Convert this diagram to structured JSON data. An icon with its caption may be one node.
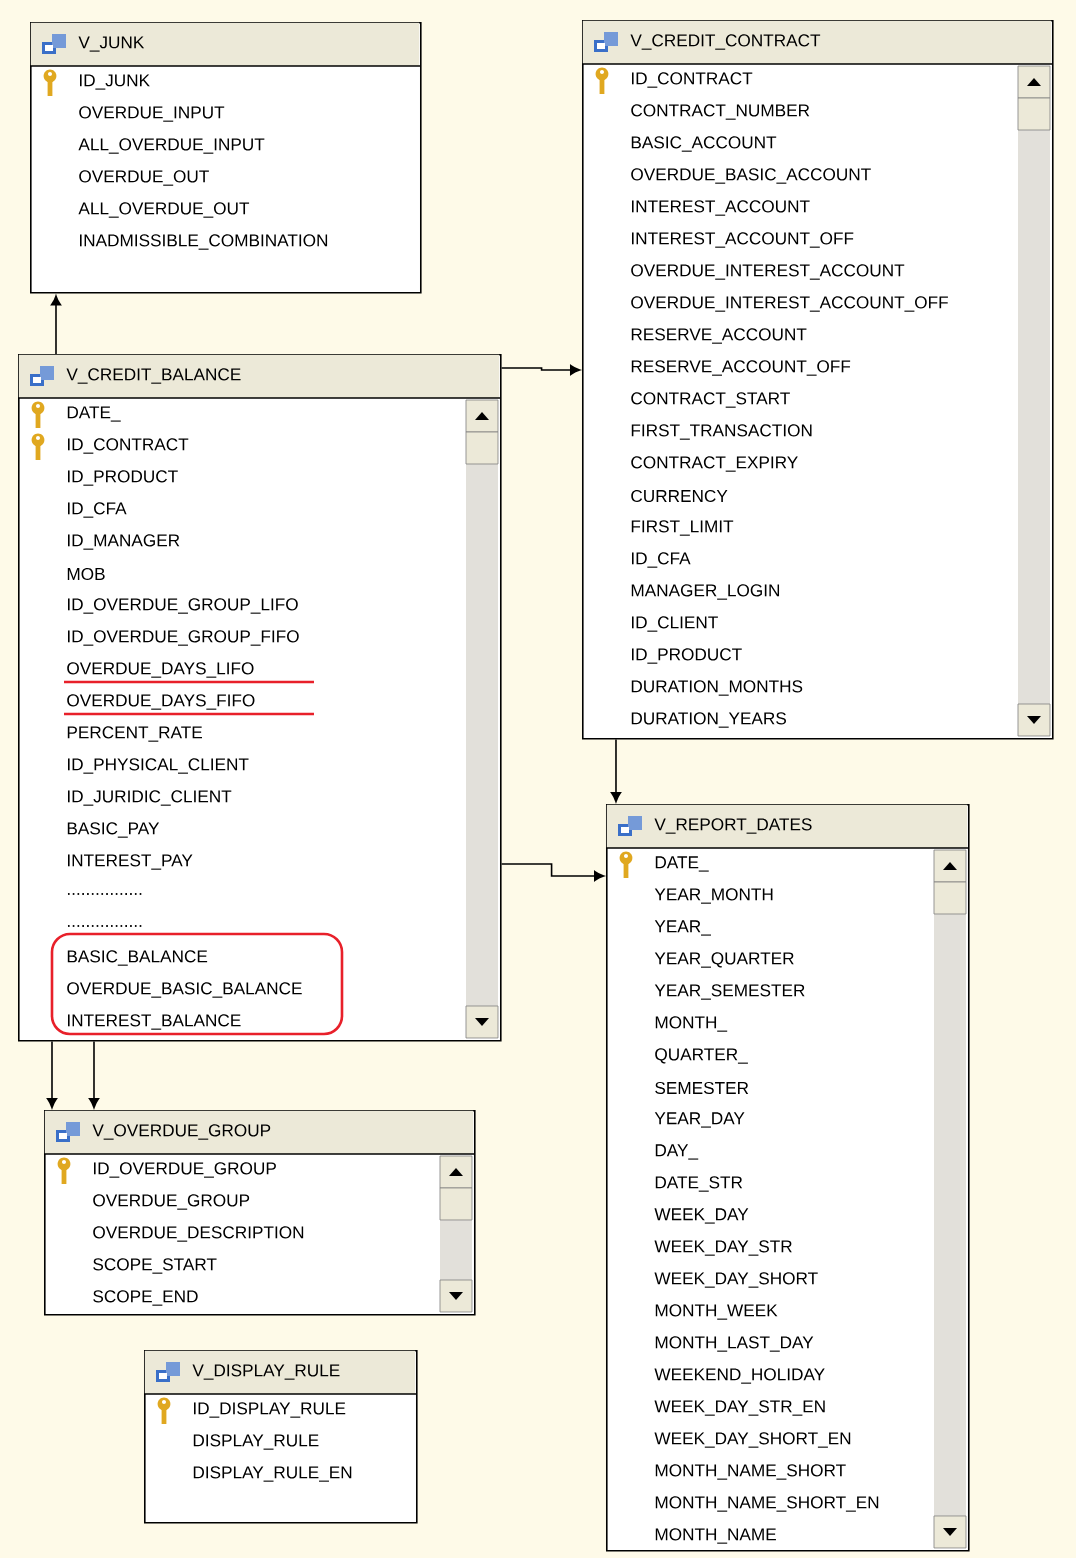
{
  "diagram": {
    "nodes": [
      {
        "text": [
          "V_JUNK",
          "ID_JUNK",
          "OVERDUE_INPUT",
          "ALL_OVERDUE_INPUT",
          "OVERDUE_OUT",
          "ALL_OVERDUE_OUT",
          "INADMISSIBLE_COMBINATION"
        ]
      },
      {
        "text": [
          "V_CREDIT_CONTRACT",
          "ID_CONTRACT",
          "CONTRACT_NUMBER",
          "BASIC_ACCOUNT",
          "OVERDUE_BASIC_ACCOUNT",
          "INTEREST_ACCOUNT",
          "INTEREST_ACCOUNT_OFF",
          "OVERDUE_INTEREST_ACCOUNT",
          "OVERDUE_INTEREST_ACCOUNT_OFF",
          "RESERVE_ACCOUNT",
          "RESERVE_ACCOUNT_OFF",
          "CONTRACT_START",
          "FIRST_TRANSACTION",
          "CONTRACT_EXPIRY",
          "CURRENCY",
          "FIRST_LIMIT",
          "ID_CFA",
          "MANAGER_LOGIN",
          "ID_CLIENT",
          "ID_PRODUCT",
          "DURATION_MONTHS",
          "DURATION_YEARS"
        ]
      },
      {
        "text": [
          "V_CREDIT_BALANCE",
          "DATE_",
          "ID_CONTRACT",
          "ID_PRODUCT",
          "ID_CFA",
          "ID_MANAGER",
          "MOB",
          "ID_OVERDUE_GROUP_LIFO",
          "ID_OVERDUE_GROUP_FIFO",
          "OVERDUE_DAYS_LIFO",
          "OVERDUE_DAYS_FIFO",
          "PERCENT_RATE",
          "ID_PHYSICAL_CLIENT",
          "ID_JURIDIC_CLIENT",
          "BASIC_PAY",
          "INTEREST_PAY",
          "................",
          "................",
          "BASIC_BALANCE",
          "OVERDUE_BASIC_BALANCE",
          "INTEREST_BALANCE"
        ]
      },
      {
        "text": [
          "V_REPORT_DATES",
          "DATE_",
          "YEAR_MONTH",
          "YEAR_",
          "YEAR_QUARTER",
          "YEAR_SEMESTER",
          "MONTH_",
          "QUARTER_",
          "SEMESTER",
          "YEAR_DAY",
          "DAY_",
          "DATE_STR",
          "WEEK_DAY",
          "WEEK_DAY_STR",
          "WEEK_DAY_SHORT",
          "MONTH_WEEK",
          "MONTH_LAST_DAY",
          "WEEKEND_HOLIDAY",
          "WEEK_DAY_STR_EN",
          "WEEK_DAY_SHORT_EN",
          "MONTH_NAME_SHORT",
          "MONTH_NAME_SHORT_EN",
          "MONTH_NAME"
        ]
      },
      {
        "text": [
          "V_OVERDUE_GROUP",
          "ID_OVERDUE_GROUP",
          "OVERDUE_GROUP",
          "OVERDUE_DESCRIPTION",
          "SCOPE_START",
          "SCOPE_END"
        ]
      },
      {
        "text": [
          "V_DISPLAY_RULE",
          "ID_DISPLAY_RULE",
          "DISPLAY_RULE",
          "DISPLAY_RULE_EN"
        ]
      }
    ],
    "edges": [
      {
        "from": 2,
        "to": 0,
        "arrow": "to"
      },
      {
        "from": 2,
        "to": 1,
        "arrow": "to"
      },
      {
        "from": 1,
        "to": 3,
        "arrow": "to"
      },
      {
        "from": 2,
        "to": 3,
        "arrow": "to"
      },
      {
        "from": 2,
        "to": 4,
        "arrow": "to"
      },
      {
        "from": 2,
        "to": 4,
        "arrow": "to"
      }
    ]
  }
}
